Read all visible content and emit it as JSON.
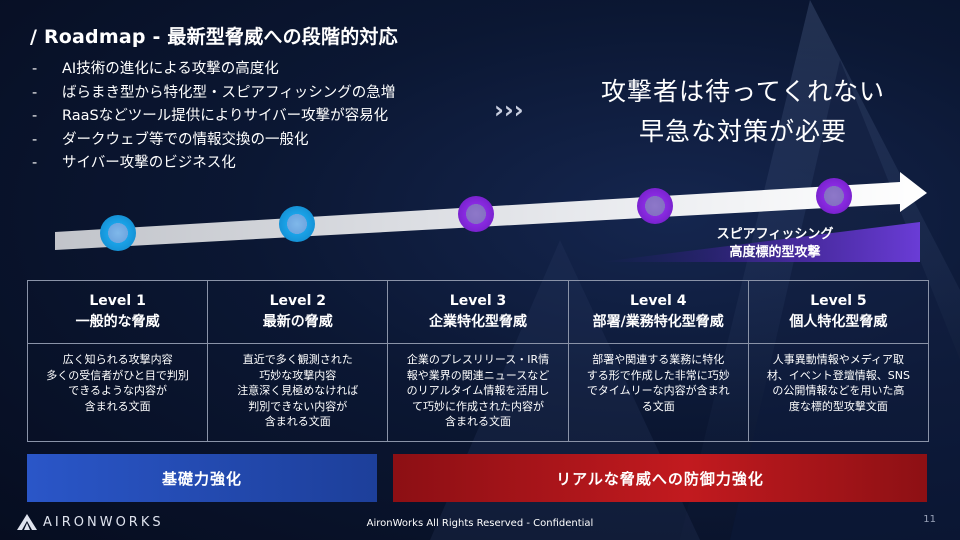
{
  "slide": {
    "title": "/ Roadmap - 最新型脅威への段階的対応",
    "bullets": [
      "AI技術の進化による攻撃の高度化",
      "ばらまき型から特化型・スピアフィッシングの急増",
      "RaaSなどツール提供によりサイバー攻撃が容易化",
      "ダークウェブ等での情報交換の一般化",
      "サイバー攻撃のビジネス化"
    ],
    "headline": [
      "攻撃者は待ってくれない",
      "早急な対策が必要"
    ],
    "chevrons": "› › ›",
    "arrow_label": [
      "スピアフィッシング",
      "高度標的型攻撃"
    ],
    "levels": [
      {
        "num": "Level 1",
        "name": "一般的な脅威",
        "desc": [
          "広く知られる攻撃内容",
          "多くの受信者がひと目で判別",
          "できるような内容が",
          "含まれる文面"
        ]
      },
      {
        "num": "Level 2",
        "name": "最新の脅威",
        "desc": [
          "直近で多く観測された",
          "巧妙な攻撃内容",
          "注意深く見極めなければ",
          "判別できない内容が",
          "含まれる文面"
        ]
      },
      {
        "num": "Level 3",
        "name": "企業特化型脅威",
        "desc": [
          "企業のプレスリリース・IR情",
          "報や業界の関連ニュースなど",
          "のリアルタイム情報を活用し",
          "て巧妙に作成された内容が",
          "含まれる文面"
        ]
      },
      {
        "num": "Level 4",
        "name": "部署/業務特化型脅威",
        "desc": [
          "部署や関連する業務に特化",
          "する形で作成した非常に巧妙",
          "でタイムリーな内容が含まれ",
          "る文面"
        ]
      },
      {
        "num": "Level 5",
        "name": "個人特化型脅威",
        "desc": [
          "人事異動情報やメディア取",
          "材、イベント登壇情報、SNS",
          "の公開情報などを用いた高",
          "度な標的型攻撃文面"
        ]
      }
    ],
    "bars": {
      "left": "基礎力強化",
      "right": "リアルな脅威への防御力強化"
    },
    "logo_text": "AIRONWORKS",
    "footer": "AironWorks All Rights Reserved - Confidential",
    "page_number": "11",
    "colors": {
      "background": "#0b1733",
      "blue_node": "#1aa3e8",
      "purple_node": "#8a2be2",
      "blue_bar": "#2a56c8",
      "red_bar": "#c21a1f"
    }
  }
}
